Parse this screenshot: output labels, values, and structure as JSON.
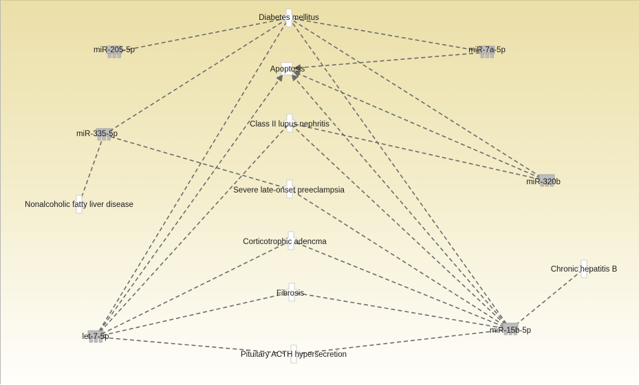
{
  "diagram": {
    "nodes": [
      {
        "id": "diabetes",
        "label": "Diabetes mellitus",
        "kind": "disease"
      },
      {
        "id": "apoptosis",
        "label": "Apoptosis",
        "kind": "function"
      },
      {
        "id": "class2",
        "label": "Class II lupus nephritis",
        "kind": "disease"
      },
      {
        "id": "preeclampsia",
        "label": "Severe late-onset preeclampsia",
        "kind": "disease"
      },
      {
        "id": "cortico",
        "label": "Corticotrophic adencma",
        "kind": "disease"
      },
      {
        "id": "fibrosis",
        "label": "Fibrosis",
        "kind": "disease"
      },
      {
        "id": "acth",
        "label": "Pituitary ACTH hypersecretion",
        "kind": "disease"
      },
      {
        "id": "nafld",
        "label": "Nonalcoholic fatty liver disease",
        "kind": "disease"
      },
      {
        "id": "hepb",
        "label": "Chronic hepatitis B",
        "kind": "disease"
      },
      {
        "id": "mir205",
        "label": "miR-205-5p",
        "kind": "mirna"
      },
      {
        "id": "mir7a",
        "label": "miR-7a-5p",
        "kind": "mirna"
      },
      {
        "id": "mir335",
        "label": "miR-335-5p",
        "kind": "mirna"
      },
      {
        "id": "mir320b",
        "label": "miR-320b",
        "kind": "mirna"
      },
      {
        "id": "let7",
        "label": "let-7-5p",
        "kind": "mirna"
      },
      {
        "id": "mir15b",
        "label": "miR-15b-5p",
        "kind": "mirna"
      }
    ],
    "edges": [
      {
        "from": "mir205",
        "to": "diabetes",
        "arrow": false
      },
      {
        "from": "mir7a",
        "to": "diabetes",
        "arrow": false
      },
      {
        "from": "mir335",
        "to": "diabetes",
        "arrow": false
      },
      {
        "from": "let7",
        "to": "diabetes",
        "arrow": false
      },
      {
        "from": "mir15b",
        "to": "diabetes",
        "arrow": false
      },
      {
        "from": "mir320b",
        "to": "diabetes",
        "arrow": false
      },
      {
        "from": "mir7a",
        "to": "apoptosis",
        "arrow": true
      },
      {
        "from": "mir320b",
        "to": "apoptosis",
        "arrow": true
      },
      {
        "from": "let7",
        "to": "apoptosis",
        "arrow": true
      },
      {
        "from": "mir15b",
        "to": "apoptosis",
        "arrow": true
      },
      {
        "from": "mir335",
        "to": "nafld",
        "arrow": false
      },
      {
        "from": "mir335",
        "to": "preeclampsia",
        "arrow": false
      },
      {
        "from": "mir320b",
        "to": "class2",
        "arrow": false
      },
      {
        "from": "mir15b",
        "to": "class2",
        "arrow": false
      },
      {
        "from": "let7",
        "to": "class2",
        "arrow": false
      },
      {
        "from": "mir15b",
        "to": "preeclampsia",
        "arrow": false
      },
      {
        "from": "let7",
        "to": "cortico",
        "arrow": false
      },
      {
        "from": "mir15b",
        "to": "cortico",
        "arrow": false
      },
      {
        "from": "let7",
        "to": "fibrosis",
        "arrow": false
      },
      {
        "from": "mir15b",
        "to": "fibrosis",
        "arrow": false
      },
      {
        "from": "let7",
        "to": "acth",
        "arrow": false
      },
      {
        "from": "mir15b",
        "to": "acth",
        "arrow": false
      },
      {
        "from": "mir15b",
        "to": "hepb",
        "arrow": false
      }
    ]
  },
  "colors": {
    "edge": "#6b6b6b",
    "mirna_fill": "#bdbdbd",
    "node_fill": "#ffffff",
    "node_stroke": "#c4c4c4"
  }
}
